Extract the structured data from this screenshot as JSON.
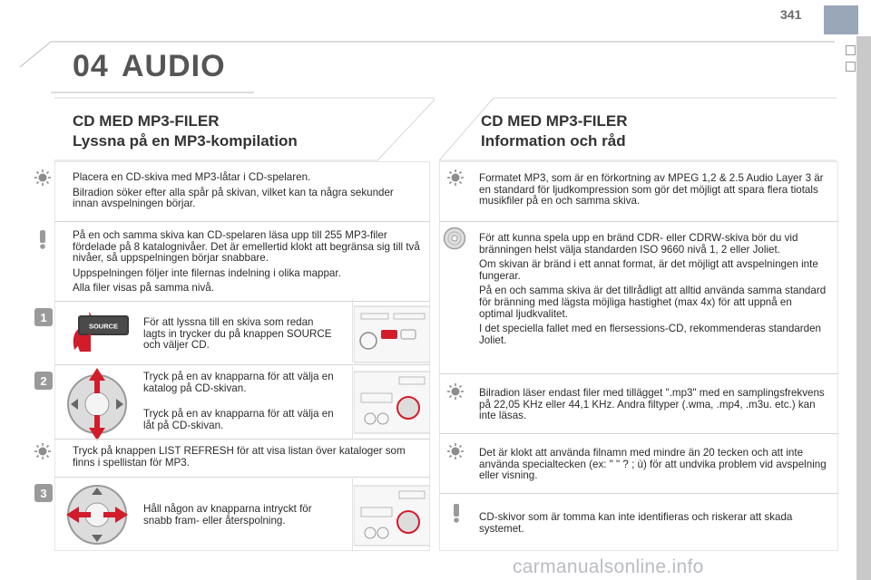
{
  "page": {
    "number": "341",
    "chapter_number": "04",
    "chapter_title": "AUDIO"
  },
  "left": {
    "title_line1": "CD MED MP3-FILER",
    "title_line2": "Lyssna på en MP3-kompilation",
    "intro": [
      "Placera en CD-skiva med MP3-låtar i CD-spelaren.",
      "Bilradion söker efter alla spår på skivan, vilket kan ta några sekunder innan avspelningen börjar."
    ],
    "warning": [
      "På en och samma skiva kan CD-spelaren läsa upp till 255 MP3-filer fördelade på 8 katalognivåer. Det är emellertid klokt att begränsa sig till två nivåer, så uppspelningen börjar snabbare.",
      "Uppspelningen följer inte filernas indelning i olika mappar.",
      "Alla filer visas på samma nivå."
    ],
    "step1": {
      "number": "1",
      "button_label": "SOURCE",
      "text": "För att lyssna till en skiva som redan lagts in trycker du på knappen SOURCE och väljer CD."
    },
    "step2": {
      "number": "2",
      "text_a": "Tryck på en av knapparna för att välja en katalog på CD-skivan.",
      "text_b": "Tryck på en av knapparna för att välja en låt på CD-skivan."
    },
    "list_refresh": "Tryck på knappen LIST REFRESH för att visa listan över kataloger som finns i spellistan för MP3.",
    "step3": {
      "number": "3",
      "text": "Håll någon av knapparna intryckt för snabb fram- eller återspolning."
    }
  },
  "right": {
    "title_line1": "CD MED MP3-FILER",
    "title_line2": "Information och råd",
    "tip1": "Formatet MP3, som är en förkortning av MPEG 1,2 & 2.5 Audio Layer 3 är en standard för ljudkompression som gör det möjligt att spara flera tiotals musikfiler på en och samma skiva.",
    "tip2": [
      "För att kunna spela upp en bränd CDR- eller CDRW-skiva bör du vid bränningen helst välja standarden ISO 9660 nivå 1, 2 eller Joliet.",
      "Om skivan är bränd i ett annat format, är det möjligt att avspelningen inte fungerar.",
      "På en och samma skiva är det tillrådligt att alltid använda samma standard för bränning med lägsta möjliga hastighet (max 4x) för att uppnå en optimal ljudkvalitet.",
      "I det speciella fallet med en flersessions-CD, rekommenderas standarden Joliet."
    ],
    "tip3": "Bilradion läser endast filer med tillägget \".mp3\" med en samplingsfrekvens på 22,05 KHz eller 44,1 KHz. Andra filtyper (.wma, .mp4, .m3u. etc.) kan inte läsas.",
    "tip4": "Det är klokt att använda filnamn med mindre än 20 tecken och att inte använda specialtecken (ex: \" \" ? ; ù) för att undvika problem vid avspelning eller visning.",
    "tip5": "CD-skivor som är tomma kan inte identifieras och riskerar att skada systemet."
  },
  "footer": {
    "watermark": "carmanualsonline.info"
  },
  "colors": {
    "accent_red": "#c8102e",
    "heading": "#333333",
    "tab": "#9aa7b8"
  }
}
